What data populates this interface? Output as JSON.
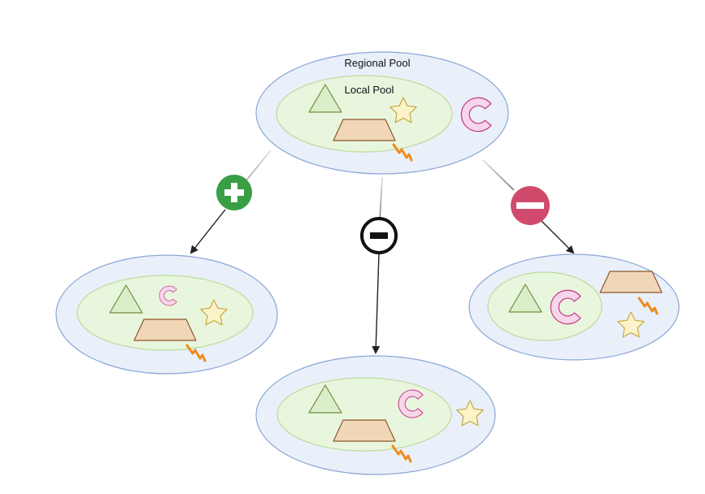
{
  "labels": {
    "regional_pool": "Regional Pool",
    "local_pool": "Local Pool"
  },
  "edges": [
    {
      "from": "top-pool",
      "to": "left-pool",
      "marker": "plus",
      "marker_color": "#3a9e45"
    },
    {
      "from": "top-pool",
      "to": "center-pool",
      "marker": "minus-outlined",
      "marker_color": "#111111"
    },
    {
      "from": "top-pool",
      "to": "right-pool",
      "marker": "minus",
      "marker_color": "#d04b6b"
    }
  ],
  "colors": {
    "regional_fill": "#e9f0fa",
    "regional_stroke": "#8aa6d6",
    "local_fill": "#e9f6de",
    "local_stroke": "#b9dc9c",
    "triangle": "#dbeec9",
    "star": "#fbf3c9",
    "c_shape": "#f7d6ea",
    "trapezoid": "#f1d7b8",
    "bolt": "#f08a1c"
  },
  "icons": [
    "triangle-icon",
    "star-icon",
    "c-shape-icon",
    "trapezoid-icon",
    "lightning-icon",
    "plus-circle-icon",
    "minus-circle-icon"
  ]
}
